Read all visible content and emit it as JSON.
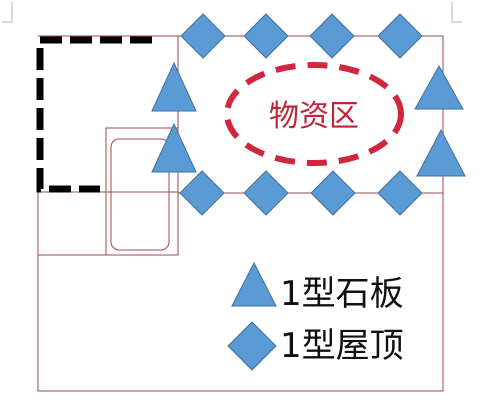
{
  "diagram": {
    "zone_label": "物资区",
    "legend": {
      "triangle_label": "1型石板",
      "diamond_label": "1型屋顶"
    },
    "colors": {
      "marker_fill": "#5b9bd5",
      "marker_stroke": "#41719c",
      "zone_outline": "#d1263d",
      "boundary_line": "#9c4a52",
      "corner_marks": "#b7b7b7",
      "thick_dash": "#000000"
    }
  }
}
